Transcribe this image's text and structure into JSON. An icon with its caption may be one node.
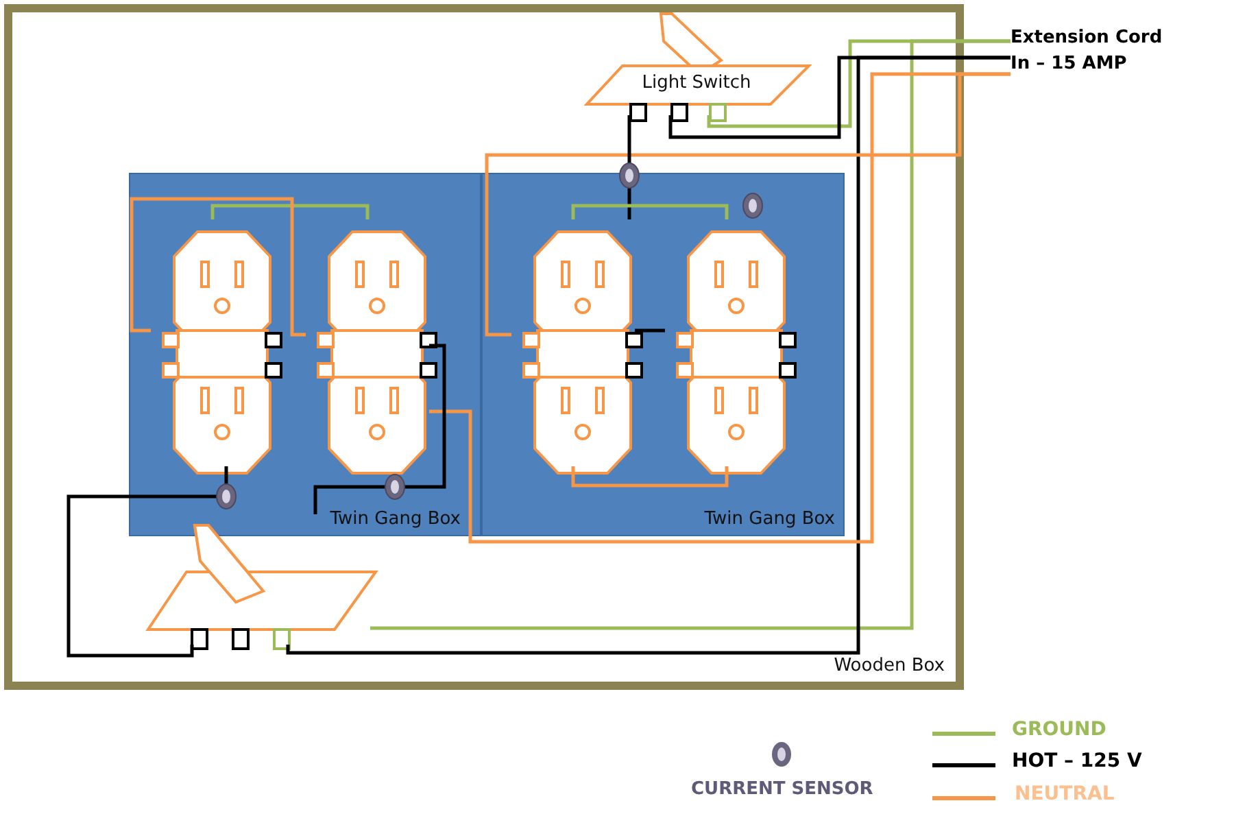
{
  "diagram": {
    "nodes": [
      {
        "text": [
          "Wooden Box"
        ]
      },
      {
        "text": [
          "Light Switch"
        ],
        "in": 0
      },
      {
        "text": [
          "Twin Gang Box"
        ],
        "in": 0
      },
      {
        "text": [],
        "shape": "outlet",
        "in": 2
      },
      {
        "text": [],
        "shape": "outlet",
        "in": 2
      },
      {
        "text": [
          "Twin Gang Box"
        ],
        "in": 0
      },
      {
        "text": [],
        "shape": "outlet",
        "in": 5
      },
      {
        "text": [],
        "shape": "outlet",
        "in": 5
      },
      {
        "text": [],
        "shape": "switch",
        "in": 0
      },
      {
        "text": [
          "Extension Cord In – 15 AMP"
        ]
      }
    ],
    "edges": [
      {
        "from": 9,
        "to": 1,
        "arrow": "none",
        "color": "#9bbb59"
      },
      {
        "from": 9,
        "to": 8,
        "arrow": "none",
        "color": "#9bbb59"
      },
      {
        "from": 9,
        "to": 1,
        "arrow": "none"
      },
      {
        "from": 9,
        "to": 8,
        "arrow": "none"
      },
      {
        "from": 9,
        "to": 4,
        "arrow": "none",
        "color": "#f79646"
      },
      {
        "from": 9,
        "to": 6,
        "arrow": "none",
        "color": "#f79646"
      },
      {
        "from": 1,
        "to": 6,
        "arrow": "none"
      },
      {
        "from": 6,
        "to": 7,
        "arrow": "none",
        "color": "#9bbb59"
      },
      {
        "from": 6,
        "to": 7,
        "arrow": "none"
      },
      {
        "from": 6,
        "to": 7,
        "arrow": "none",
        "color": "#f79646"
      },
      {
        "from": 3,
        "to": 4,
        "arrow": "none",
        "color": "#9bbb59"
      },
      {
        "from": 3,
        "to": 4,
        "arrow": "none",
        "color": "#f79646"
      },
      {
        "from": 8,
        "to": 3,
        "arrow": "none"
      },
      {
        "from": 8,
        "to": 4,
        "arrow": "none"
      }
    ],
    "legend": [
      {
        "text": "CURRENT SENSOR"
      },
      {
        "text": "GROUND"
      },
      {
        "text": "HOT – 125 V"
      },
      {
        "text": "NEUTRAL"
      }
    ]
  }
}
